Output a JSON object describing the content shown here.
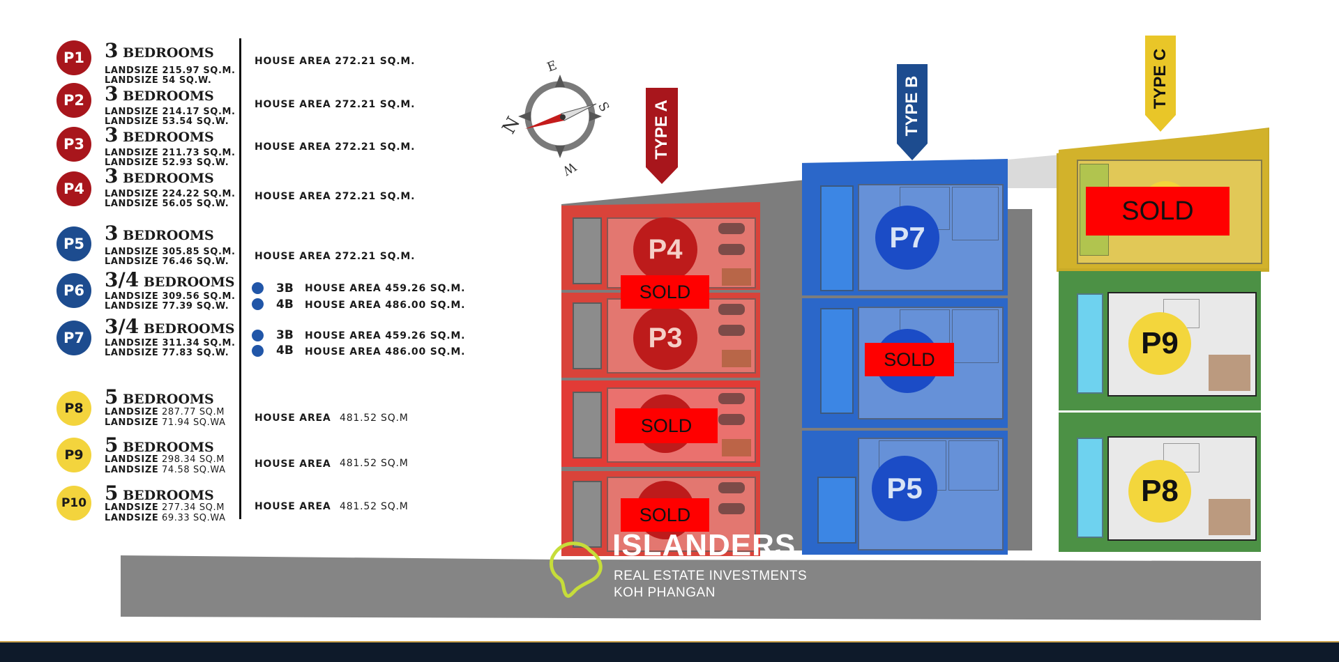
{
  "legend": [
    {
      "plot": "P1",
      "bedrooms_num": "3",
      "bedrooms_word": "BEDROOMS",
      "land_sqm": "LANDSIZE 215.97 SQ.M.",
      "land_sqw": "LANDSIZE 54 SQ.W.",
      "house_area": "HOUSE AREA 272.21 SQ.M."
    },
    {
      "plot": "P2",
      "bedrooms_num": "3",
      "bedrooms_word": "BEDROOMS",
      "land_sqm": "LANDSIZE 214.17 SQ.M.",
      "land_sqw": "LANDSIZE 53.54 SQ.W.",
      "house_area": "HOUSE AREA 272.21 SQ.M."
    },
    {
      "plot": "P3",
      "bedrooms_num": "3",
      "bedrooms_word": "BEDROOMS",
      "land_sqm": "LANDSIZE 211.73 SQ.M.",
      "land_sqw": "LANDSIZE 52.93 SQ.W.",
      "house_area": "HOUSE AREA 272.21 SQ.M."
    },
    {
      "plot": "P4",
      "bedrooms_num": "3",
      "bedrooms_word": "BEDROOMS",
      "land_sqm": "LANDSIZE 224.22 SQ.M.",
      "land_sqw": "LANDSIZE 56.05 SQ.W.",
      "house_area": "HOUSE AREA 272.21 SQ.M."
    },
    {
      "plot": "P5",
      "bedrooms_num": "3",
      "bedrooms_word": "BEDROOMS",
      "land_sqm": "LANDSIZE 305.85 SQ.M.",
      "land_sqw": "LANDSIZE 76.46 SQ.W.",
      "house_area": "HOUSE AREA 272.21 SQ.M."
    },
    {
      "plot": "P6",
      "bedrooms_num": "3/4",
      "bedrooms_word": "BEDROOMS",
      "land_sqm": "LANDSIZE 309.56 SQ.M.",
      "land_sqw": "LANDSIZE 77.39 SQ.W.",
      "options": [
        {
          "label": "3B",
          "area": "HOUSE AREA 459.26 SQ.M."
        },
        {
          "label": "4B",
          "area": "HOUSE AREA 486.00 SQ.M."
        }
      ]
    },
    {
      "plot": "P7",
      "bedrooms_num": "3/4",
      "bedrooms_word": "BEDROOMS",
      "land_sqm": "LANDSIZE 311.34 SQ.M.",
      "land_sqw": "LANDSIZE 77.83 SQ.W.",
      "options": [
        {
          "label": "3B",
          "area": "HOUSE AREA 459.26 SQ.M."
        },
        {
          "label": "4B",
          "area": "HOUSE AREA 486.00 SQ.M."
        }
      ]
    },
    {
      "plot": "P8",
      "bedrooms_num": "5",
      "bedrooms_word": "BEDROOMS",
      "land_label": "LANDSIZE",
      "land_sqm": "287.77  SQ.M",
      "land_sqw": "71.94   SQ.WA",
      "house_label": "HOUSE AREA",
      "house_value": "481.52 SQ.M"
    },
    {
      "plot": "P9",
      "bedrooms_num": "5",
      "bedrooms_word": "BEDROOMS",
      "land_label": "LANDSIZE",
      "land_sqm": "298.34  SQ.M",
      "land_sqw": "74.58   SQ.WA",
      "house_label": "HOUSE AREA",
      "house_value": "481.52 SQ.M"
    },
    {
      "plot": "P10",
      "bedrooms_num": "5",
      "bedrooms_word": "BEDROOMS",
      "land_label": "LANDSIZE",
      "land_sqm": "277.34  SQ.M",
      "land_sqw": "69.33   SQ.WA",
      "house_label": "HOUSE AREA",
      "house_value": "481.52 SQ.M"
    }
  ],
  "compass": {
    "n": "N",
    "e": "E",
    "s": "S",
    "w": "W"
  },
  "types": {
    "a": "TYPE A",
    "b": "TYPE B",
    "c": "TYPE C"
  },
  "map_labels": {
    "p4": "P4",
    "p3": "P3",
    "p7": "P7",
    "p5": "P5",
    "p9": "P9",
    "p8": "P8",
    "sold": "SOLD"
  },
  "brand": {
    "title": "ISLANDERS",
    "line1": "REAL ESTATE INVESTMENTS",
    "line2": "KOH PHANGAN"
  },
  "colors": {
    "type_a": "#a8161c",
    "type_b": "#1d4c8f",
    "type_c": "#f3d43d",
    "sold": "#ff0000"
  }
}
